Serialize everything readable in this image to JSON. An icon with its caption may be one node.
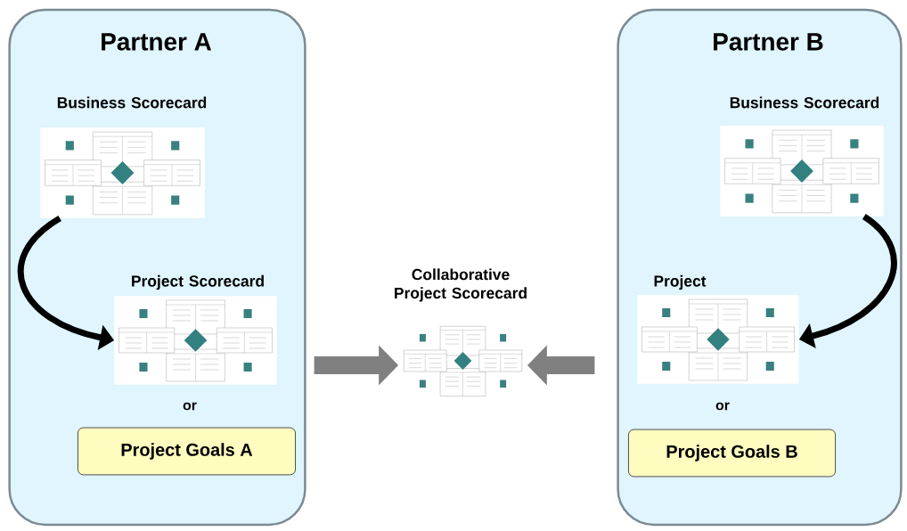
{
  "diagram": {
    "nodes": [
      {
        "text": [
          "Partner A"
        ]
      },
      {
        "text": [
          "Business Scorecard"
        ],
        "in": 0
      },
      {
        "text": [
          "Project Scorecard"
        ],
        "in": 0
      },
      {
        "text": [
          "Project Goals A"
        ],
        "in": 0
      },
      {
        "text": [
          "Partner B"
        ]
      },
      {
        "text": [
          "Business Scorecard"
        ],
        "in": 4
      },
      {
        "text": [
          "Project"
        ],
        "in": 4
      },
      {
        "text": [
          "Project Goals B"
        ],
        "in": 4
      },
      {
        "text": [
          "Collaborative Project Scorecard"
        ]
      }
    ],
    "edges": [
      {
        "from": 1,
        "to": 2,
        "arrow": "to"
      },
      {
        "from": 5,
        "to": 6,
        "arrow": "to"
      },
      {
        "from": 0,
        "to": 8,
        "arrow": "to",
        "style": "thick",
        "color": "#808080"
      },
      {
        "from": 4,
        "to": 8,
        "arrow": "to",
        "style": "thick",
        "color": "#808080"
      }
    ],
    "labels": [
      "or",
      "or"
    ]
  }
}
